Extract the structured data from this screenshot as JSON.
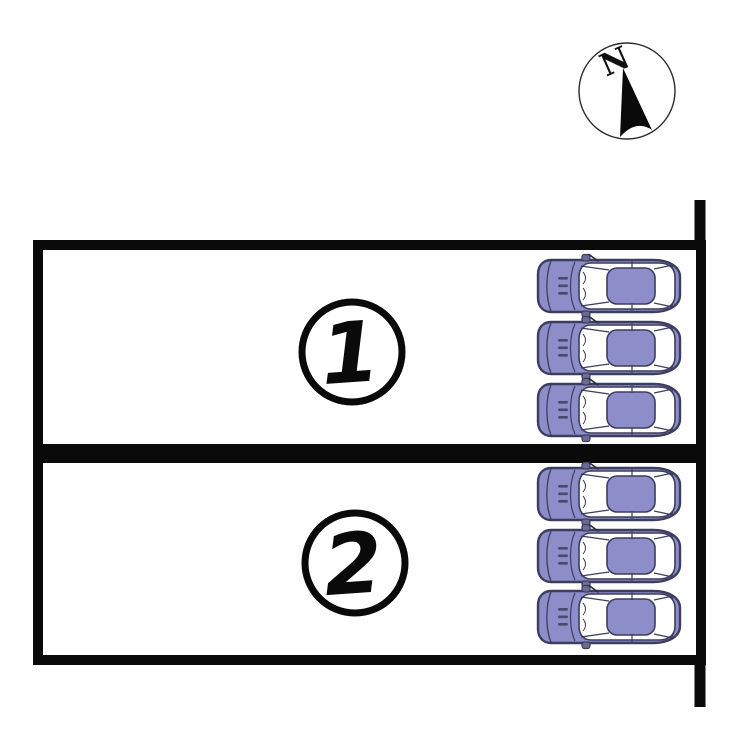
{
  "title": "parking-lot-layout-diagram",
  "compass": {
    "label": "N"
  },
  "street": {
    "side": "right"
  },
  "spaces": [
    {
      "label": "1",
      "cars_parked": 3
    },
    {
      "label": "2",
      "cars_parked": 3
    }
  ],
  "colors": {
    "boundary_line": "#0a0a0a",
    "car_body": "#8d8dc9",
    "car_outline": "#3d3d5e",
    "car_window": "#ffffff",
    "background": "#ffffff"
  }
}
